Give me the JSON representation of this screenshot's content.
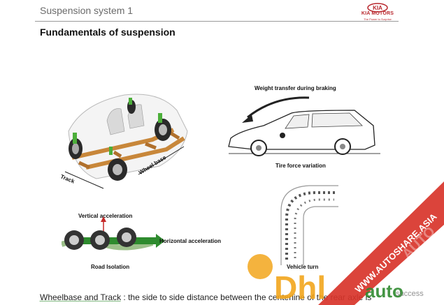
{
  "header": {
    "title": "Suspension system 1",
    "logo_text": "KIA MOTORS",
    "logo_tagline": "The Power to Surprise",
    "accent_color": "#b8262c"
  },
  "page_title": "Fundamentals of suspension",
  "figures": {
    "chassis": {
      "label_wheelbase": "Wheel base",
      "label_track": "Track"
    },
    "car": {
      "label_top": "Weight transfer during braking",
      "caption": "Tire force variation"
    },
    "road": {
      "label_vertical": "Vertical acceleration",
      "label_horizontal": "Horizontal acceleration",
      "caption": "Road Isolation"
    },
    "turn": {
      "caption": "Vehicle turn"
    }
  },
  "bottom_text": {
    "lead": "Wheelbase and Track",
    "rest": " : the side to side distance between the centerline of the rear axle is"
  },
  "watermark": {
    "banner_text": "WWW.AUTOSHARE.ASIA",
    "banner_text_2": "AUTO",
    "logo_left": "Dhl",
    "logo_right": "auto",
    "logo_sub": "success",
    "banner_color": "#d8342a",
    "logo_color": "#f2a61c"
  }
}
